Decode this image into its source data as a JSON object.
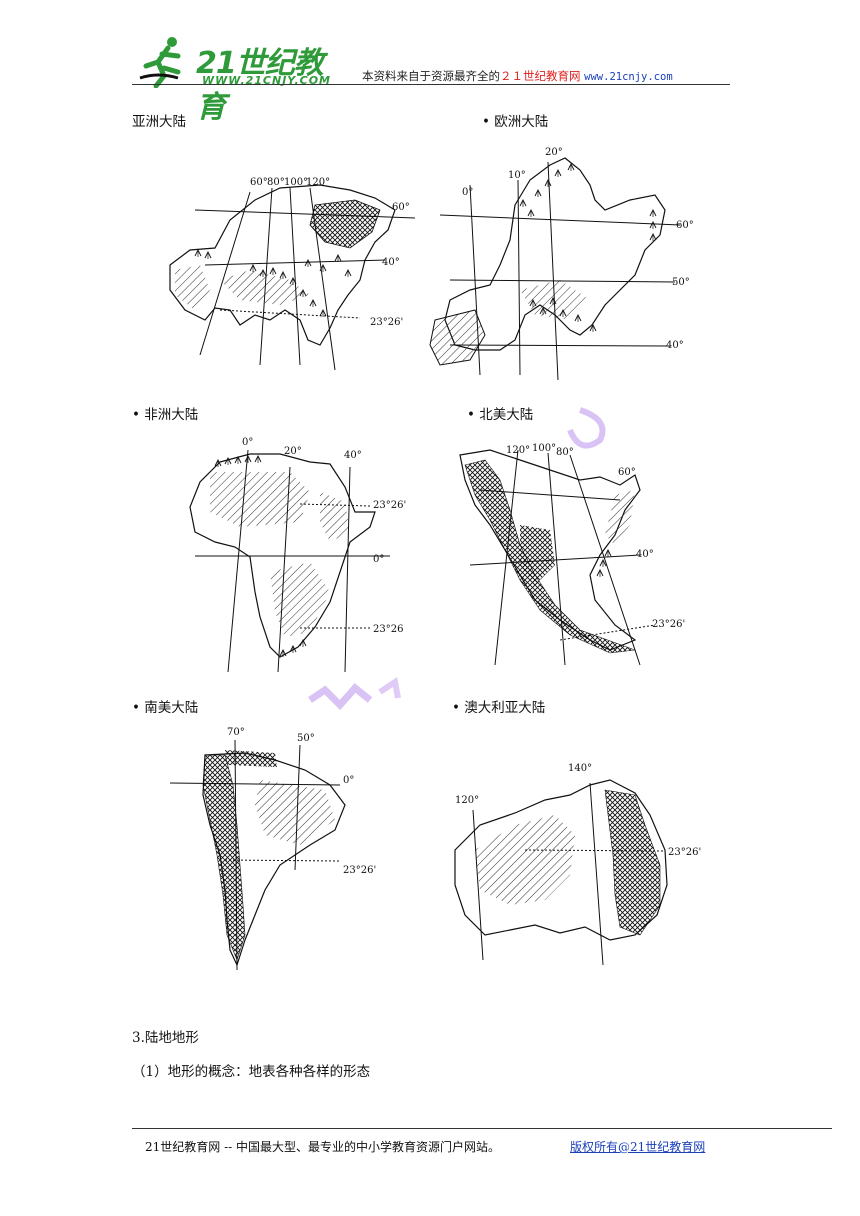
{
  "header": {
    "logo_text": "21世纪教育",
    "logo_url_text": "WWW.21CNJY.COM",
    "note_prefix": "本资料来自于资源最齐全的",
    "note_site": "２１世纪教育网",
    "note_url": "www.21cnjy.com"
  },
  "maps": {
    "asia": {
      "label": "亚洲大陆",
      "ticks": [
        "60°",
        "80°",
        "100°",
        "120°",
        "60°",
        "40°",
        "23°26'"
      ]
    },
    "europe": {
      "label": "• 欧洲大陆",
      "ticks": [
        "20°",
        "10°",
        "0°",
        "60°",
        "50°",
        "40°"
      ]
    },
    "africa": {
      "label": "• 非洲大陆",
      "ticks": [
        "0°",
        "20°",
        "40°",
        "23°26'",
        "0°",
        "23°26"
      ]
    },
    "north_america": {
      "label": "• 北美大陆",
      "ticks": [
        "120°",
        "100°",
        "80°",
        "60°",
        "40°",
        "23°26'"
      ]
    },
    "south_america": {
      "label": "• 南美大陆",
      "ticks": [
        "70°",
        "50°",
        "0°",
        "23°26'"
      ]
    },
    "australia": {
      "label": "• 澳大利亚大陆",
      "ticks": [
        "140°",
        "120°",
        "23°26'"
      ]
    }
  },
  "content": {
    "section_heading": "3.陆地地形",
    "section_text": "（1）地形的概念：地表各种各样的形态"
  },
  "footer": {
    "left": "21世纪教育网 -- 中国最大型、最专业的中小学教育资源门户网站。",
    "right": "版权所有@21世纪教育网"
  },
  "colors": {
    "logo_green": "#2f9a3a",
    "header_red": "#e02020",
    "link_blue": "#1a3fb8",
    "watermark_violet": "#c9a8f0"
  },
  "icons": [
    "running-figure-logo-icon"
  ]
}
